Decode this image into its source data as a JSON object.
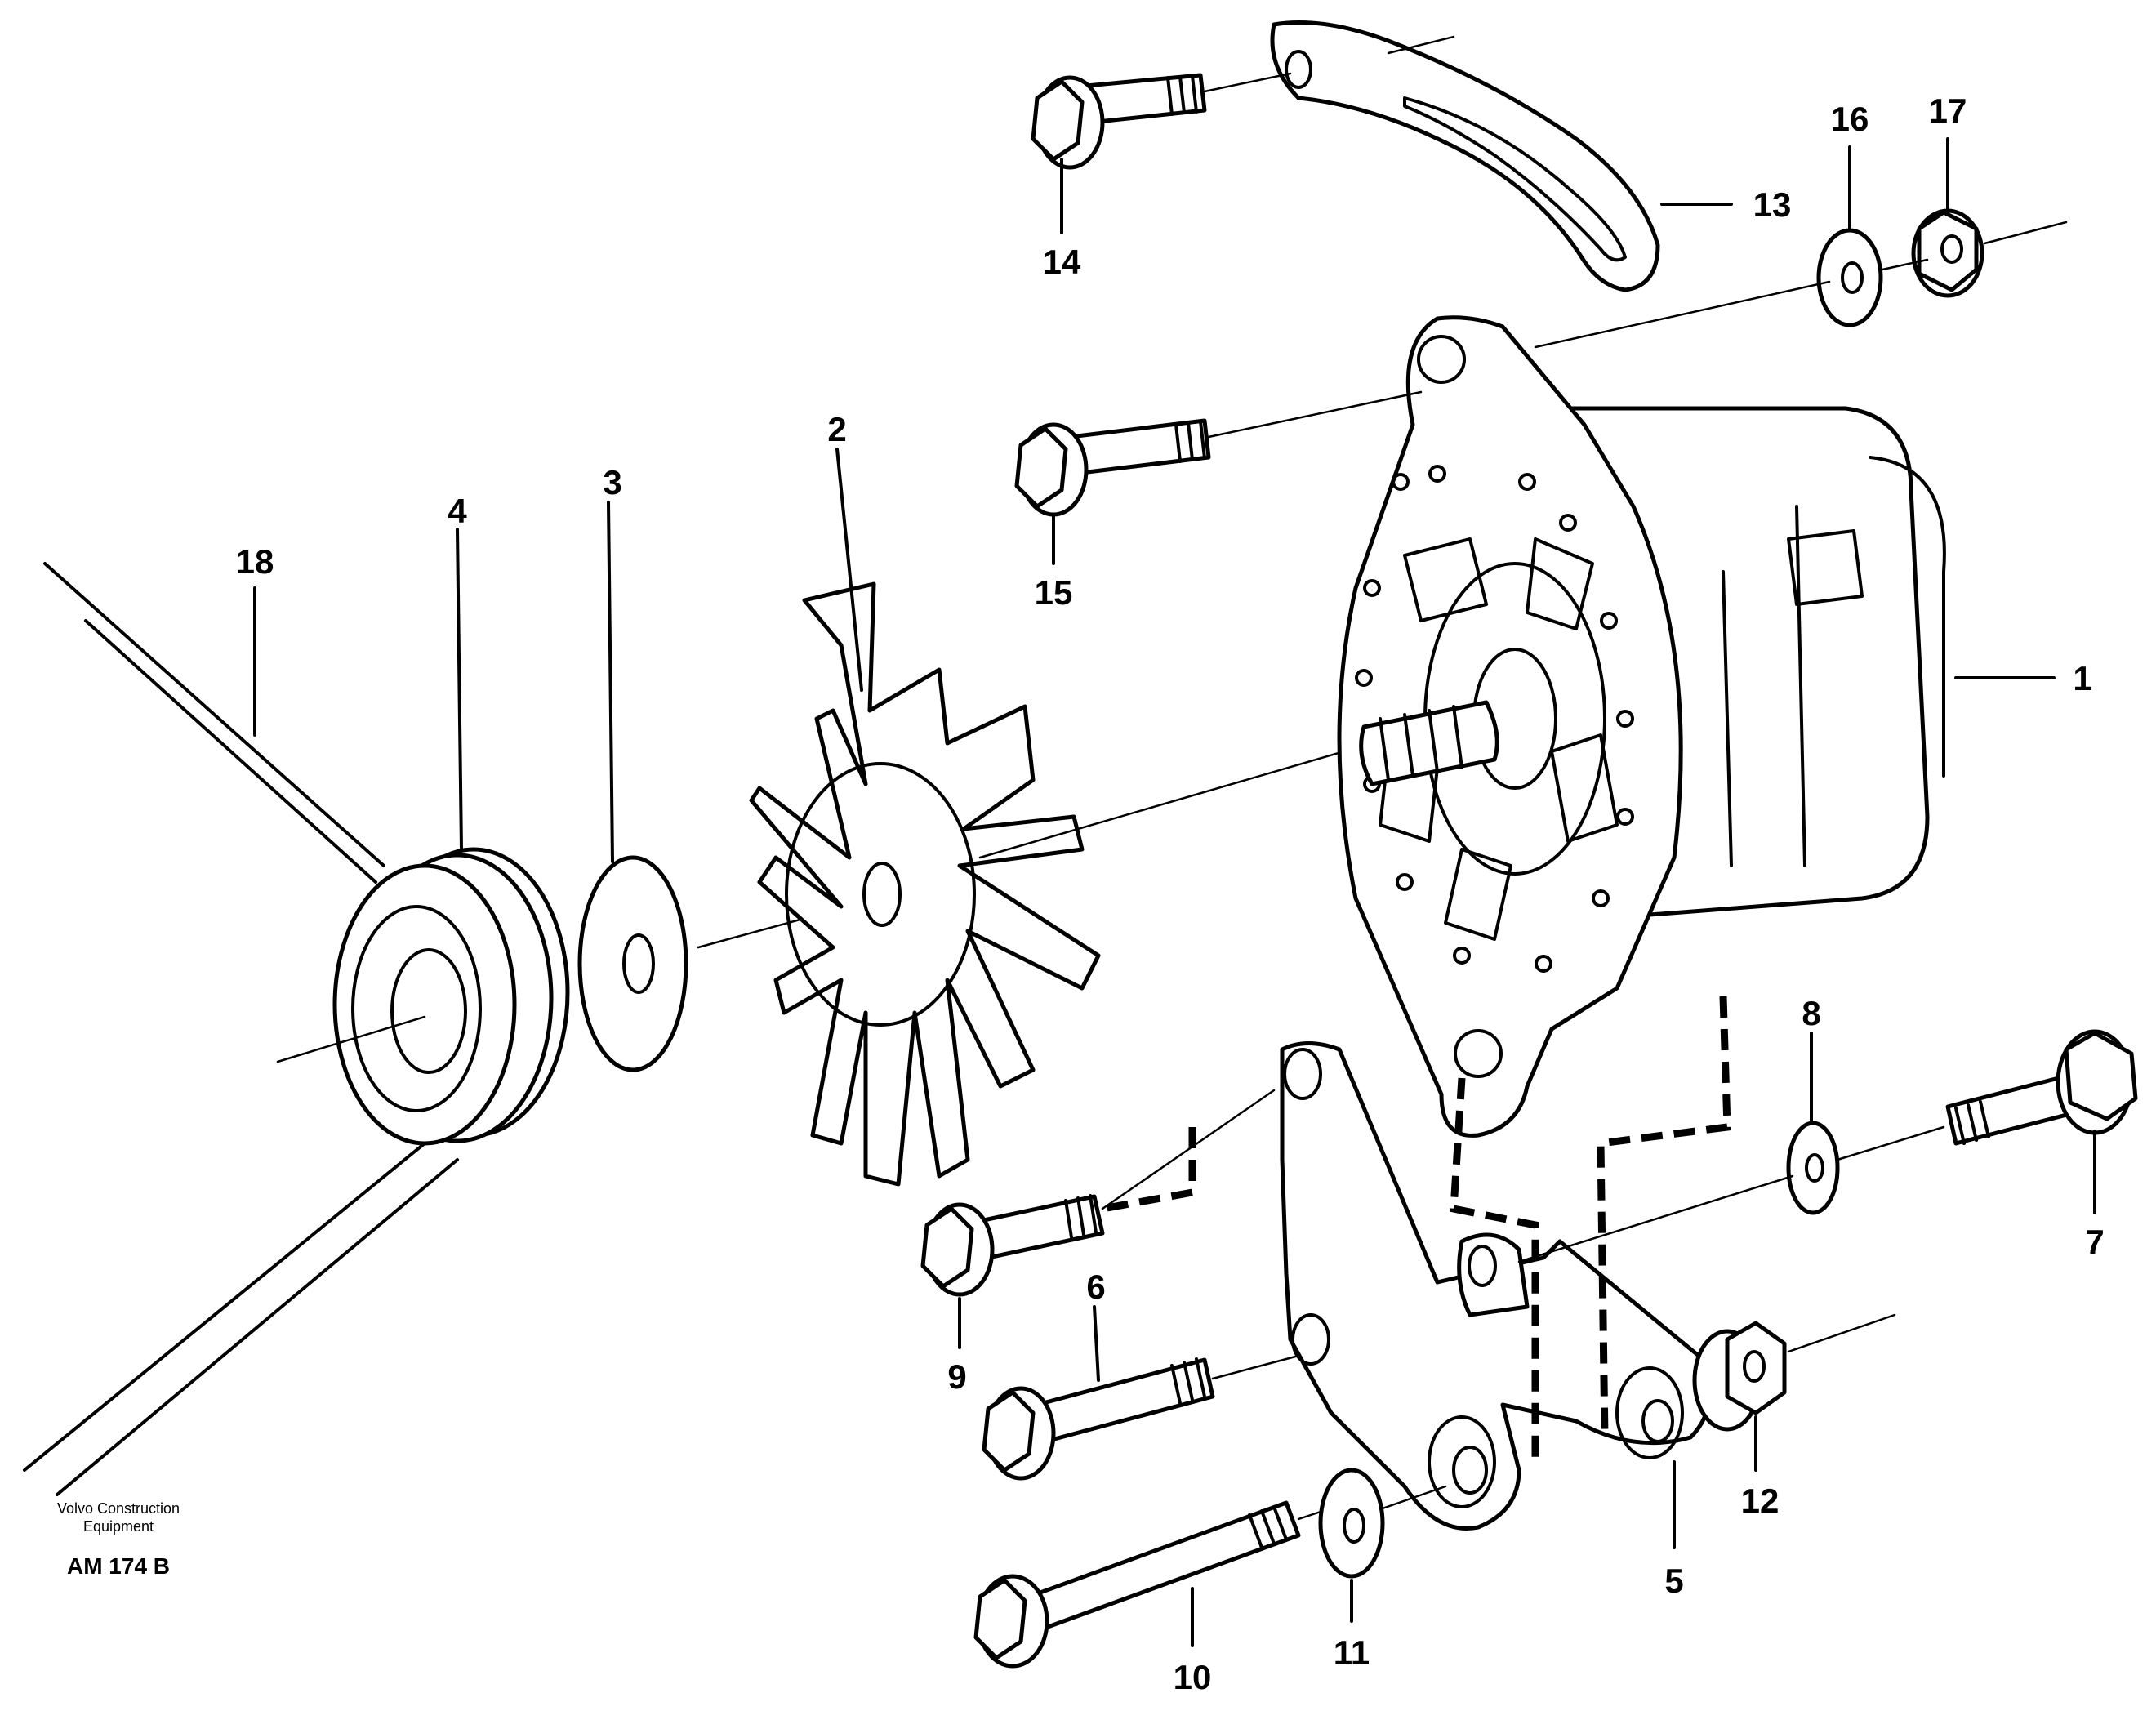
{
  "diagram": {
    "callouts": {
      "p1": "1",
      "p2": "2",
      "p3": "3",
      "p4": "4",
      "p5": "5",
      "p6": "6",
      "p7": "7",
      "p8": "8",
      "p9": "9",
      "p10": "10",
      "p11": "11",
      "p12": "12",
      "p13": "13",
      "p14": "14",
      "p15": "15",
      "p16": "16",
      "p17": "17",
      "p18": "18"
    },
    "credit_line1": "Volvo Construction",
    "credit_line2": "Equipment",
    "drawing_id": "AM 174 B"
  }
}
